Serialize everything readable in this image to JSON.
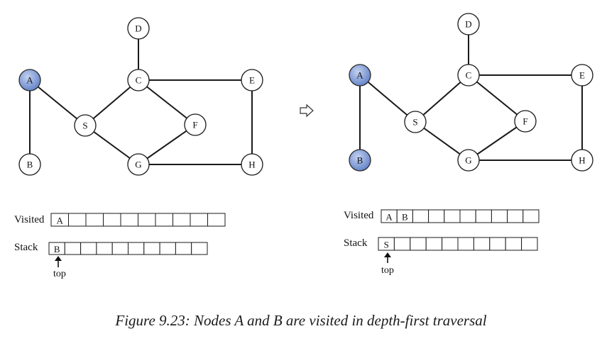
{
  "left_graph": {
    "nodes": {
      "A": {
        "label": "A",
        "visited": true
      },
      "B": {
        "label": "B",
        "visited": false
      },
      "C": {
        "label": "C",
        "visited": false
      },
      "D": {
        "label": "D",
        "visited": false
      },
      "E": {
        "label": "E",
        "visited": false
      },
      "F": {
        "label": "F",
        "visited": false
      },
      "G": {
        "label": "G",
        "visited": false
      },
      "H": {
        "label": "H",
        "visited": false
      },
      "S": {
        "label": "S",
        "visited": false
      }
    },
    "visited_label": "Visited",
    "visited_cells": [
      "A",
      "",
      "",
      "",
      "",
      "",
      "",
      "",
      "",
      ""
    ],
    "stack_label": "Stack",
    "stack_cells": [
      "B",
      "",
      "",
      "",
      "",
      "",
      "",
      "",
      "",
      ""
    ],
    "top_label": "top"
  },
  "right_graph": {
    "nodes": {
      "A": {
        "label": "A",
        "visited": true
      },
      "B": {
        "label": "B",
        "visited": true
      },
      "C": {
        "label": "C",
        "visited": false
      },
      "D": {
        "label": "D",
        "visited": false
      },
      "E": {
        "label": "E",
        "visited": false
      },
      "F": {
        "label": "F",
        "visited": false
      },
      "G": {
        "label": "G",
        "visited": false
      },
      "H": {
        "label": "H",
        "visited": false
      },
      "S": {
        "label": "S",
        "visited": false
      }
    },
    "visited_label": "Visited",
    "visited_cells": [
      "A",
      "B",
      "",
      "",
      "",
      "",
      "",
      "",
      "",
      ""
    ],
    "stack_label": "Stack",
    "stack_cells": [
      "S",
      "",
      "",
      "",
      "",
      "",
      "",
      "",
      "",
      ""
    ],
    "top_label": "top"
  },
  "edges": [
    [
      "A",
      "B"
    ],
    [
      "A",
      "S"
    ],
    [
      "D",
      "C"
    ],
    [
      "C",
      "S"
    ],
    [
      "C",
      "E"
    ],
    [
      "C",
      "F"
    ],
    [
      "S",
      "G"
    ],
    [
      "F",
      "G"
    ],
    [
      "G",
      "H"
    ],
    [
      "E",
      "H"
    ]
  ],
  "caption": "Figure 9.23: Nodes A and B are visited in depth-first traversal",
  "colors": {
    "visited_fill": "#6f8fd1",
    "edge": "#1a1a1a"
  }
}
